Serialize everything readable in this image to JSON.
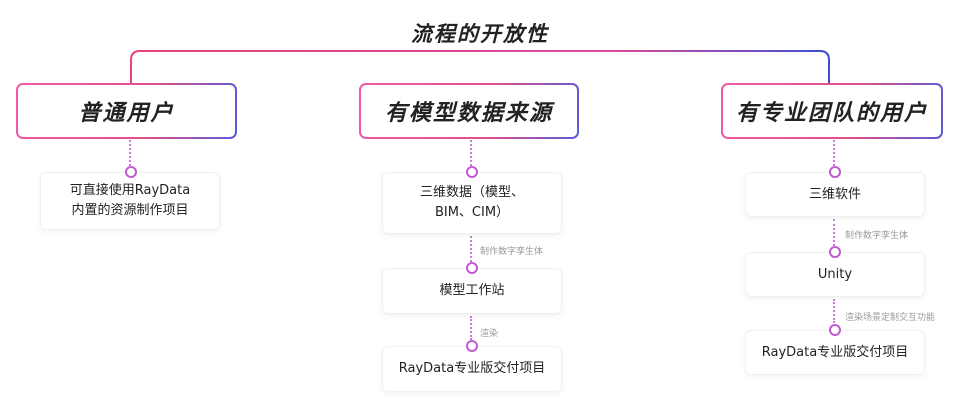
{
  "title": "流程的开放性",
  "columns": [
    {
      "header": "普通用户",
      "steps": [
        {
          "text": "可直接使用RayData\n内置的资源制作项目"
        }
      ]
    },
    {
      "header": "有模型数据来源",
      "steps": [
        {
          "text": "三维数据（模型、\nBIM、CIM）"
        },
        {
          "link": "制作数字孪生体",
          "text": "模型工作站"
        },
        {
          "link": "渲染",
          "text": "RayData专业版交付项目"
        }
      ]
    },
    {
      "header": "有专业团队的用户",
      "steps": [
        {
          "text": "三维软件"
        },
        {
          "link": "制作数字孪生体",
          "text": "Unity"
        },
        {
          "link": "渲染场景定制交互功能",
          "text": "RayData专业版交付项目"
        }
      ]
    }
  ],
  "colors": {
    "gradient_start": "#f05aa8",
    "gradient_end": "#5a5ad8",
    "connector": "#c05ad0"
  }
}
